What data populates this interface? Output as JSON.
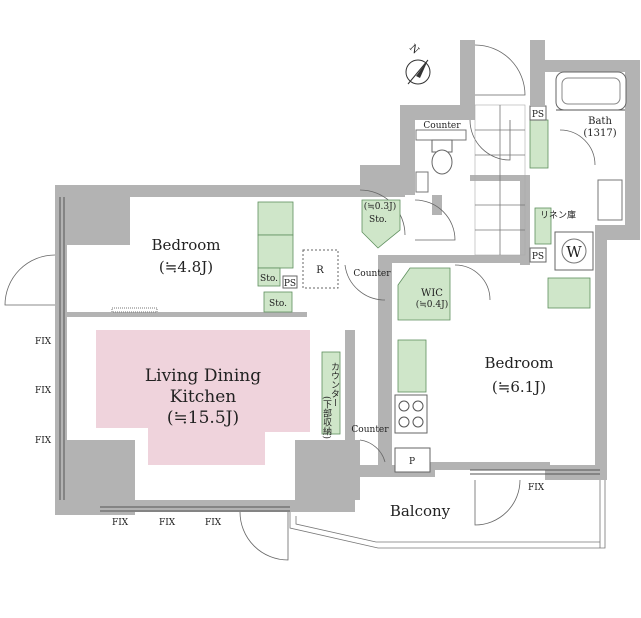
{
  "compass": {
    "label": "N"
  },
  "rooms": {
    "bedroom_west": {
      "name": "Bedroom",
      "size": "(≒4.8J)"
    },
    "bedroom_east": {
      "name": "Bedroom",
      "size": "(≒6.1J)"
    },
    "ldk": {
      "line1": "Living Dining",
      "line2": "Kitchen",
      "size": "(≒15.5J)"
    },
    "balcony": {
      "name": "Balcony"
    },
    "bath": {
      "name": "Bath",
      "size": "(1317)"
    },
    "wic": {
      "name": "WIC",
      "size": "(≒0.4J)"
    }
  },
  "fixtures": {
    "counter_toilet": "Counter",
    "counter_r": "Counter",
    "counter_kitchen": "Counter",
    "counter_jp": "カウンター",
    "counter_jp_sub": "(下部収納)",
    "sto_corner_size": "(≒0.3J)",
    "sto_corner": "Sto.",
    "sto_small1": "Sto.",
    "sto_small2": "Sto.",
    "ps1": "PS",
    "ps2": "PS",
    "ps3": "PS",
    "fridge": "R",
    "washer": "W",
    "pantry": "P",
    "linen": "リネン庫"
  },
  "fix_labels": [
    "FIX",
    "FIX",
    "FIX",
    "FIX",
    "FIX",
    "FIX",
    "FIX"
  ]
}
